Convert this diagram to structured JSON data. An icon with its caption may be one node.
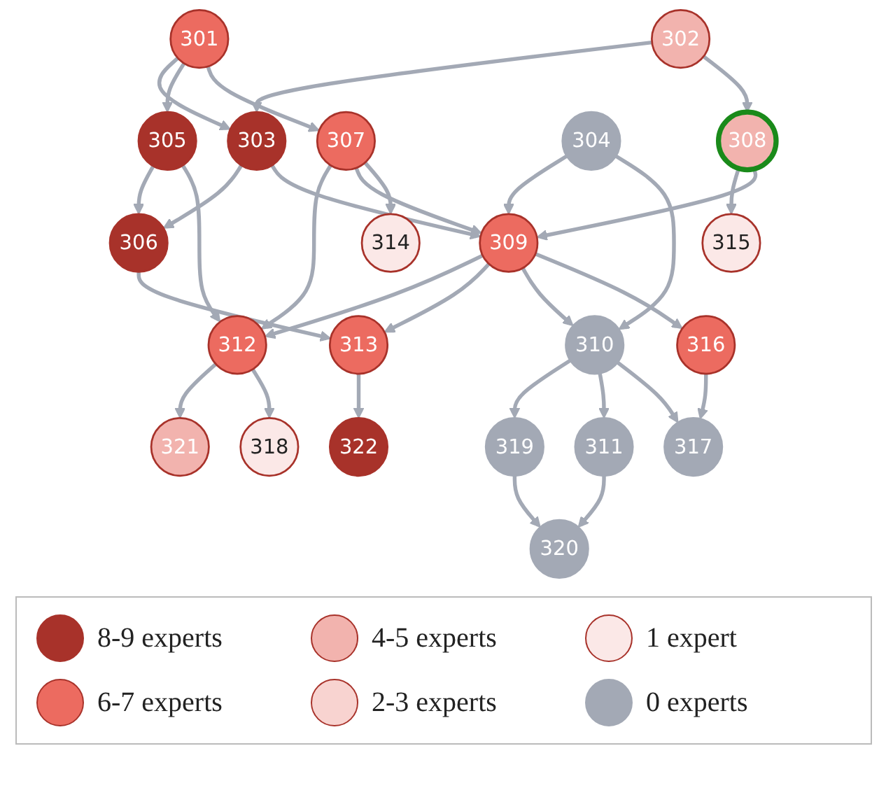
{
  "diagram": {
    "nodes": [
      {
        "text": [
          "301"
        ]
      },
      {
        "text": [
          "303"
        ]
      },
      {
        "text": [
          "306"
        ]
      },
      {
        "text": [
          "302"
        ]
      },
      {
        "text": [
          "305"
        ]
      },
      {
        "text": [
          "322"
        ]
      },
      {
        "text": [
          "315"
        ]
      },
      {
        "text": [
          "321"
        ]
      },
      {
        "text": [
          "308"
        ]
      },
      {
        "text": [
          "304"
        ]
      },
      {
        "text": [
          "312"
        ]
      },
      {
        "text": [
          "313"
        ]
      },
      {
        "text": [
          "319"
        ]
      },
      {
        "text": [
          "318"
        ]
      },
      {
        "text": [
          "307"
        ]
      },
      {
        "text": [
          "309"
        ]
      },
      {
        "text": [
          "310"
        ]
      },
      {
        "text": [
          "320"
        ]
      },
      {
        "text": [
          "311"
        ]
      },
      {
        "text": [
          "314"
        ]
      },
      {
        "text": [
          "316"
        ]
      },
      {
        "text": [
          "317"
        ]
      }
    ],
    "edges": [
      {
        "from": 0,
        "to": 1,
        "arrow": "to"
      },
      {
        "from": 0,
        "to": 4,
        "arrow": "to"
      },
      {
        "from": 0,
        "to": 14,
        "arrow": "to"
      },
      {
        "from": 4,
        "to": 2,
        "arrow": "to"
      },
      {
        "from": 4,
        "to": 10,
        "arrow": "to"
      },
      {
        "from": 1,
        "to": 2,
        "arrow": "to"
      },
      {
        "from": 3,
        "to": 1,
        "arrow": "to"
      },
      {
        "from": 1,
        "to": 15,
        "arrow": "to"
      },
      {
        "from": 2,
        "to": 11,
        "arrow": "to"
      },
      {
        "from": 11,
        "to": 5,
        "arrow": "to"
      },
      {
        "from": 10,
        "to": 7,
        "arrow": "to"
      },
      {
        "from": 10,
        "to": 13,
        "arrow": "to"
      },
      {
        "from": 14,
        "to": 10,
        "arrow": "to"
      },
      {
        "from": 14,
        "to": 15,
        "arrow": "to"
      },
      {
        "from": 14,
        "to": 19,
        "arrow": "to"
      },
      {
        "from": 15,
        "to": 10,
        "arrow": "to"
      },
      {
        "from": 15,
        "to": 11,
        "arrow": "to"
      },
      {
        "from": 3,
        "to": 8,
        "arrow": "to"
      },
      {
        "from": 8,
        "to": 6,
        "arrow": "to"
      },
      {
        "from": 8,
        "to": 15,
        "arrow": "to"
      },
      {
        "from": 9,
        "to": 15,
        "arrow": "to"
      },
      {
        "from": 9,
        "to": 16,
        "arrow": "to"
      },
      {
        "from": 15,
        "to": 16,
        "arrow": "to"
      },
      {
        "from": 15,
        "to": 20,
        "arrow": "to"
      },
      {
        "from": 20,
        "to": 21,
        "arrow": "to"
      },
      {
        "from": 16,
        "to": 12,
        "arrow": "to"
      },
      {
        "from": 16,
        "to": 18,
        "arrow": "to"
      },
      {
        "from": 16,
        "to": 21,
        "arrow": "to"
      },
      {
        "from": 12,
        "to": 17,
        "arrow": "to"
      },
      {
        "from": 18,
        "to": 17,
        "arrow": "to"
      }
    ],
    "legend": [
      {
        "text": "8-9 experts",
        "color": "#a8322a"
      },
      {
        "text": "4-5 experts",
        "color": "#f2b3ae"
      },
      {
        "text": "1 expert",
        "color": "#fbe8e7"
      },
      {
        "text": "6-7 experts",
        "color": "#ec6b60"
      },
      {
        "text": "2-3 experts",
        "color": "#f8d3d0"
      },
      {
        "text": "0 experts",
        "color": "#a3a9b5"
      }
    ]
  }
}
